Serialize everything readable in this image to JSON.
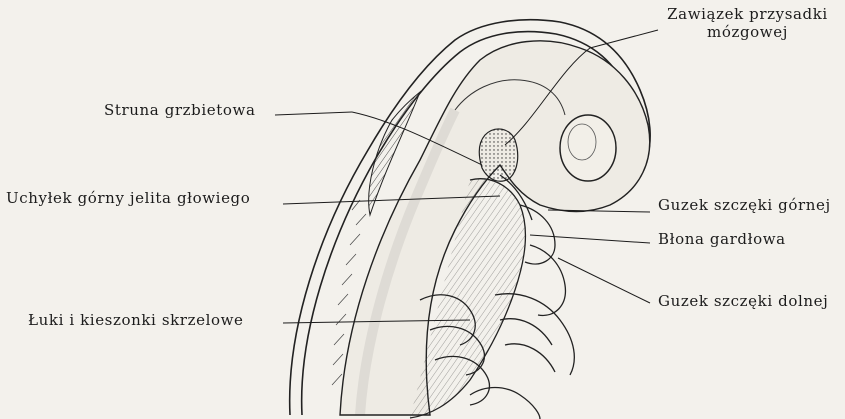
{
  "labels": {
    "pituitary_line1": "Zawiązek przysadki",
    "pituitary_line2": "mózgowej",
    "notochord": "Struna grzbietowa",
    "headgut_diverticulum": "Uchyłek górny jelita głowiego",
    "maxillary_process": "Guzek szczęki górnej",
    "pharyngeal_membrane": "Błona gardłowa",
    "mandibular_process": "Guzek szczęki dolnej",
    "branchial_arches": "Łuki i kieszonki skrzelowe"
  },
  "colors": {
    "ink": "#1c1c1c",
    "paper": "#f3f1ec",
    "tissue": "#e8e5de"
  }
}
